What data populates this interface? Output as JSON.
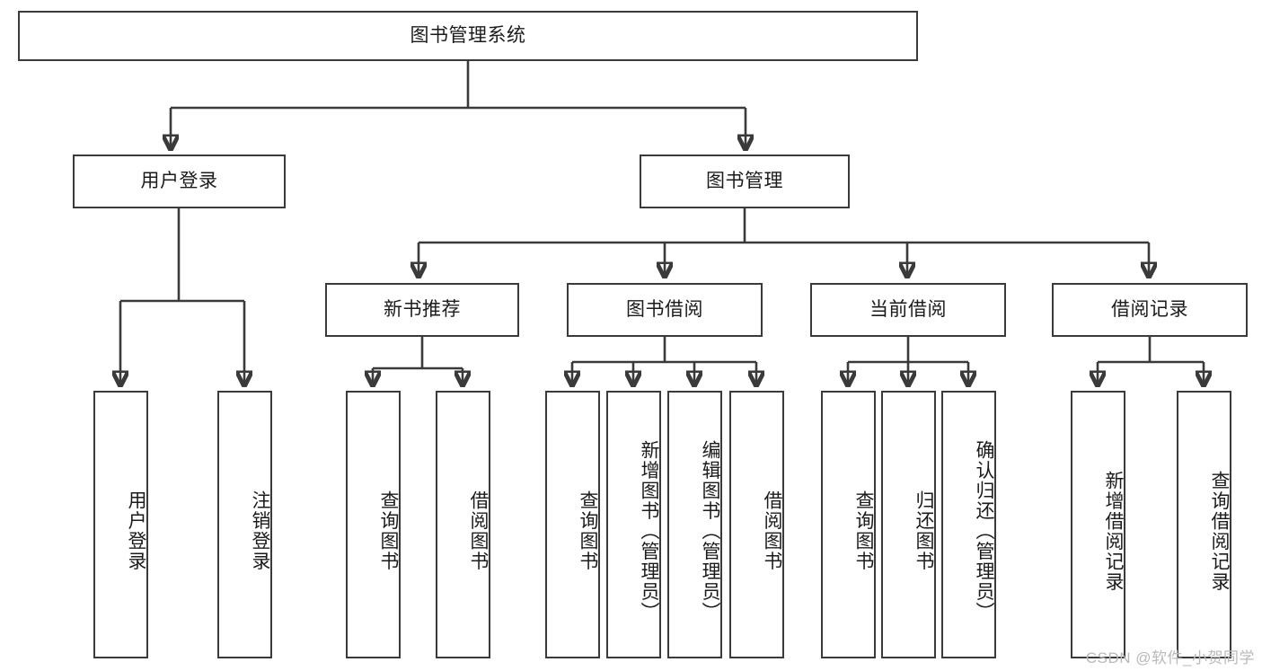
{
  "diagram": {
    "title_node": {
      "label": "图书管理系统"
    },
    "level1": [
      {
        "id": "user-login",
        "label": "用户登录"
      },
      {
        "id": "book-management",
        "label": "图书管理"
      }
    ],
    "level2": [
      {
        "id": "new-book-recommend",
        "label": "新书推荐"
      },
      {
        "id": "book-borrow",
        "label": "图书借阅"
      },
      {
        "id": "current-borrow",
        "label": "当前借阅"
      },
      {
        "id": "borrow-record",
        "label": "借阅记录"
      }
    ],
    "leaves": {
      "user_login": [
        {
          "id": "leaf-user-login",
          "label": "用户登录"
        },
        {
          "id": "leaf-logout-login",
          "label": "注销登录"
        }
      ],
      "new_book_recommend": [
        {
          "id": "leaf-query-book-1",
          "label": "查询图书"
        },
        {
          "id": "leaf-borrow-book-1",
          "label": "借阅图书"
        }
      ],
      "book_borrow": [
        {
          "id": "leaf-query-book-2",
          "label": "查询图书"
        },
        {
          "id": "leaf-add-book",
          "label": "新增图书（管理员）"
        },
        {
          "id": "leaf-edit-book",
          "label": "编辑图书（管理员）"
        },
        {
          "id": "leaf-borrow-book-2",
          "label": "借阅图书"
        }
      ],
      "current_borrow": [
        {
          "id": "leaf-query-book-3",
          "label": "查询图书"
        },
        {
          "id": "leaf-return-book",
          "label": "归还图书"
        },
        {
          "id": "leaf-confirm-return",
          "label": "确认归还（管理员）"
        }
      ],
      "borrow_record": [
        {
          "id": "leaf-add-record",
          "label": "新增借阅记录"
        },
        {
          "id": "leaf-query-record",
          "label": "查询借阅记录"
        }
      ]
    },
    "colors": {
      "stroke": "#3a3a3a",
      "background": "#ffffff",
      "text": "#1b1b1b",
      "watermark": "#b9b9b9"
    }
  },
  "watermark": {
    "text": "CSDN @软件_小贺同学"
  }
}
